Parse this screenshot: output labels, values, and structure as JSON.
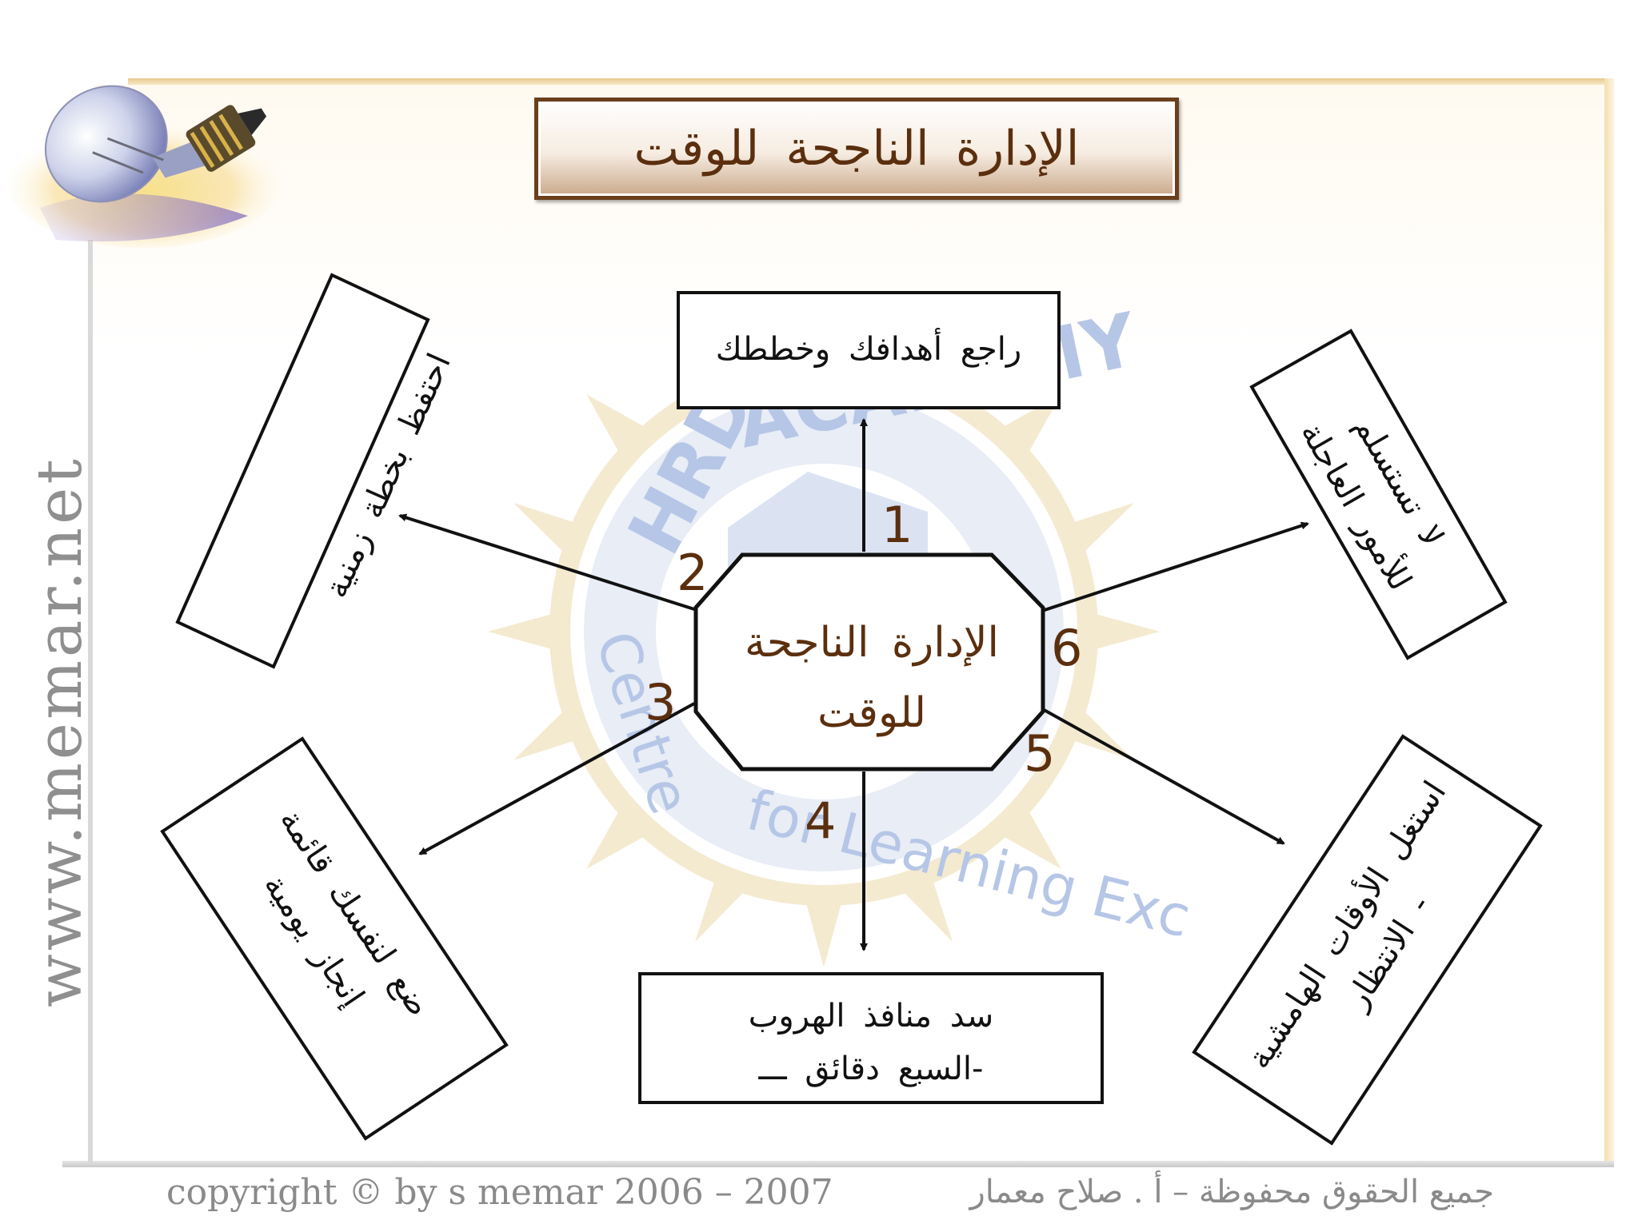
{
  "title": "الإدارة الناجحة للوقت",
  "center": {
    "line1": "الإدارة الناجحة",
    "line2": "للوقت"
  },
  "branches": [
    {
      "number": "1",
      "lines": [
        "راجع أهدافك وخططك"
      ]
    },
    {
      "number": "2",
      "lines": [
        "احتفظ بخطة زمنية"
      ]
    },
    {
      "number": "3",
      "lines": [
        "ضع لنفسك قائمة",
        "إنجاز يومية"
      ]
    },
    {
      "number": "4",
      "lines": [
        "سد منافذ الهروب",
        "-السبع دقائق   ـــ"
      ]
    },
    {
      "number": "5",
      "lines": [
        "استغل الأوقات الهامشية",
        "- الانتظار"
      ]
    },
    {
      "number": "6",
      "lines": [
        "لا تستسلم",
        "للأمور العاجلة"
      ]
    }
  ],
  "watermark": {
    "top_text": "HRD ACADEMY",
    "bottom_text": "Center for Learning Excellence"
  },
  "side_url": "www.memar.net",
  "footer": {
    "english": "copyright © by s memar 2006 – 2007",
    "arabic": "جميع الحقوق محفوظة – أ . صلاح معمار"
  },
  "colors": {
    "title_brown": "#5b2f0e",
    "border_brown": "#6b3f1c",
    "watermark_blue": "#3f6ab3",
    "watermark_gold": "#d7b977"
  },
  "icons": [
    "light-bulb-icon",
    "hrd-academy-logo"
  ]
}
